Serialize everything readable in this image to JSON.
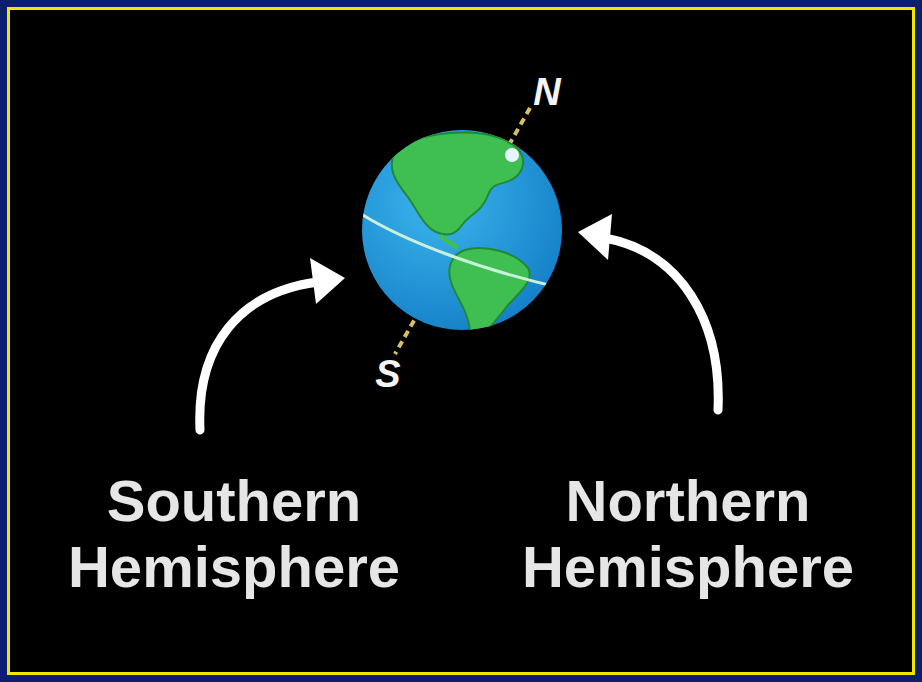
{
  "diagram": {
    "labels": [
      "N",
      "S",
      "Southern Hemisphere",
      "Northern Hemisphere"
    ]
  }
}
